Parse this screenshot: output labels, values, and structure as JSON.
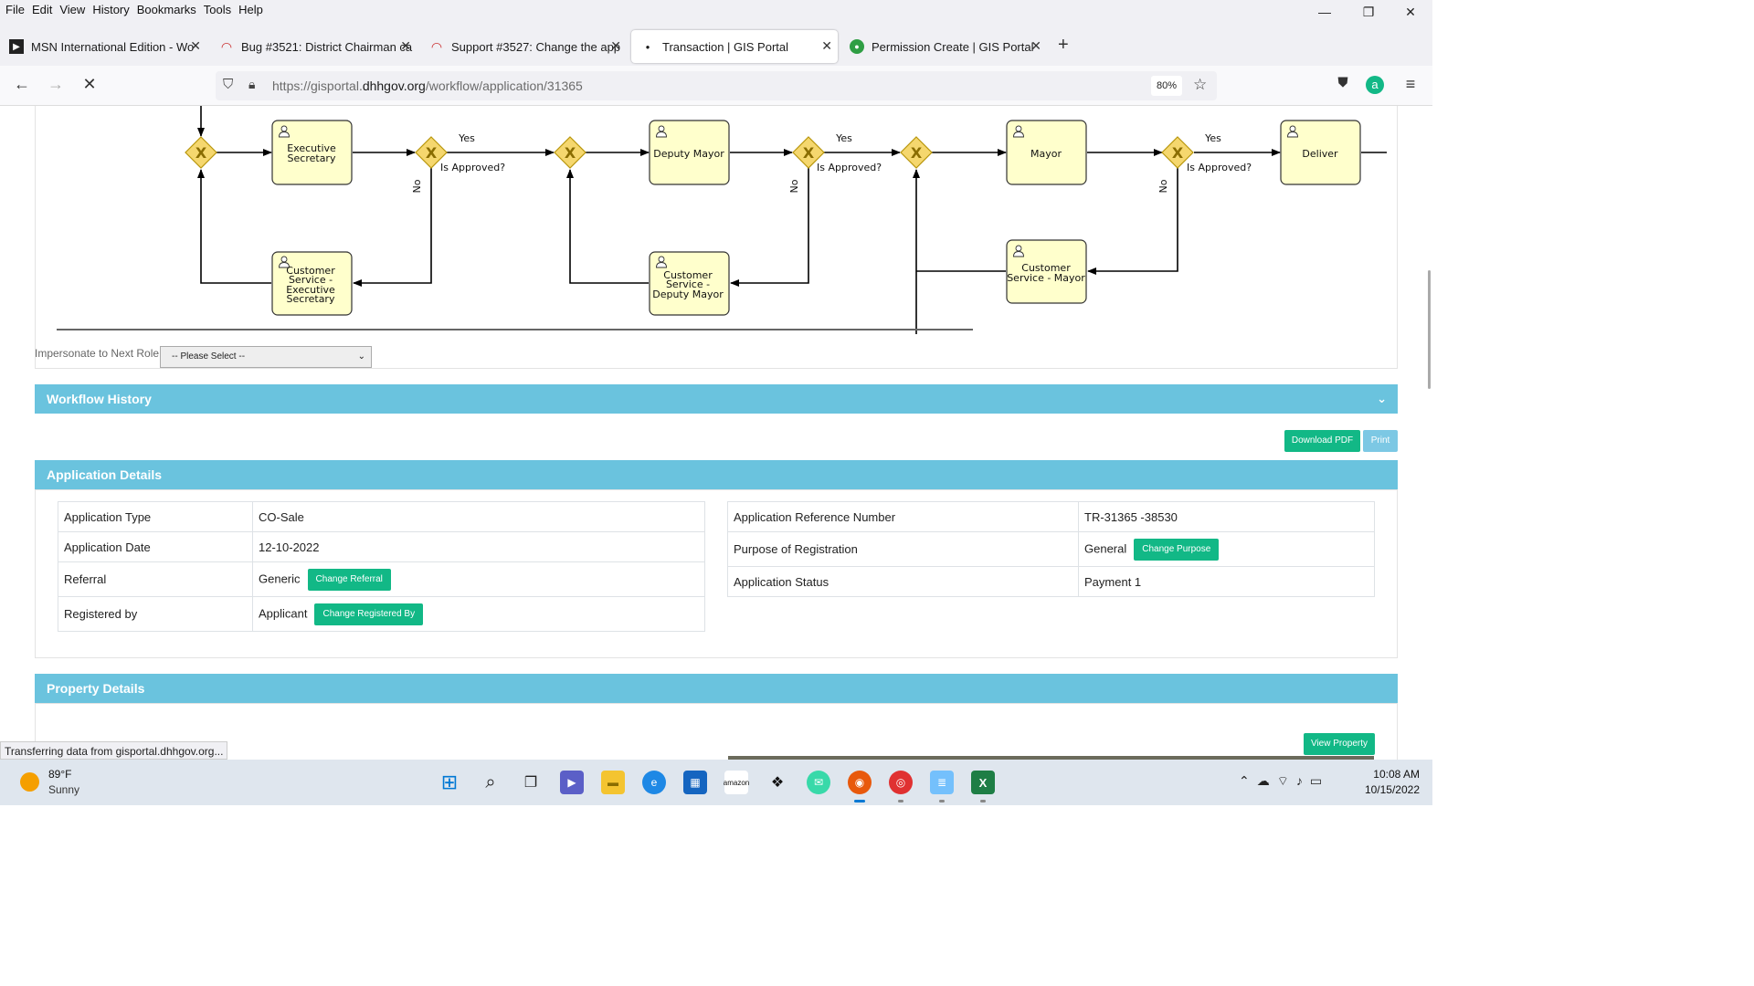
{
  "menu": [
    "File",
    "Edit",
    "View",
    "History",
    "Bookmarks",
    "Tools",
    "Help"
  ],
  "window_controls": {
    "minimize": "—",
    "restore": "❐",
    "close": "✕"
  },
  "tabs": [
    {
      "title": "MSN International Edition - Wo",
      "icon": "msn-icon"
    },
    {
      "title": "Bug #3521: District Chairman ca",
      "icon": "redmine-icon"
    },
    {
      "title": "Support #3527: Change the app",
      "icon": "redmine-icon"
    },
    {
      "title": "Transaction | GIS Portal",
      "icon": "loading-dot-icon",
      "active": true
    },
    {
      "title": "Permission Create | GIS Portal",
      "icon": "gis-portal-icon"
    }
  ],
  "newtab": "+",
  "address": {
    "prefix": "https://gisportal.",
    "domain": "dhhgov.org",
    "path": "/workflow/application/31365",
    "zoom": "80%"
  },
  "diagram": {
    "tasks": [
      "Executive Secretary",
      "Deputy Mayor",
      "Mayor",
      "Deliver",
      "Customer Service - Executive Secretary",
      "Customer Service - Deputy Mayor",
      "Customer Service - Mayor"
    ],
    "yes_label": "Yes",
    "no_label": "No",
    "question": "Is Approved?"
  },
  "impersonate": {
    "label": "Impersonate to Next Role",
    "selected": "-- Please Select --"
  },
  "workflow_history": {
    "title": "Workflow History"
  },
  "buttons": {
    "download_pdf": "Download PDF",
    "print": "Print",
    "view_property": "View Property"
  },
  "application_details": {
    "title": "Application Details",
    "left": [
      {
        "label": "Application Type",
        "value": "CO-Sale"
      },
      {
        "label": "Application Date",
        "value": "12-10-2022"
      },
      {
        "label": "Referral",
        "value": "Generic",
        "button": "Change Referral"
      },
      {
        "label": "Registered by",
        "value": "Applicant",
        "button": "Change Registered By"
      }
    ],
    "right": [
      {
        "label": "Application Reference Number",
        "value": "TR-31365 -38530"
      },
      {
        "label": "Purpose of Registration",
        "value": "General",
        "button": "Change Purpose"
      },
      {
        "label": "Application Status",
        "value": "Payment 1"
      }
    ]
  },
  "property_details": {
    "title": "Property Details"
  },
  "status_bar": "Transferring data from gisportal.dhhgov.org...",
  "taskbar": {
    "temp": "89°F",
    "condition": "Sunny",
    "time": "10:08 AM",
    "date": "10/15/2022",
    "icons": [
      "windows-start-icon",
      "search-icon",
      "task-view-icon",
      "teams-chat-icon",
      "file-explorer-icon",
      "edge-icon",
      "store-icon",
      "amazon-icon",
      "dropbox-icon",
      "messenger-icon",
      "firefox-icon",
      "chrome-icon",
      "notepad-icon",
      "excel-icon"
    ]
  },
  "colors": {
    "panel_header": "#6ac3de",
    "green_button": "#12b886",
    "task_fill": "#ffffcc",
    "gateway_fill": "#f5d76e"
  }
}
